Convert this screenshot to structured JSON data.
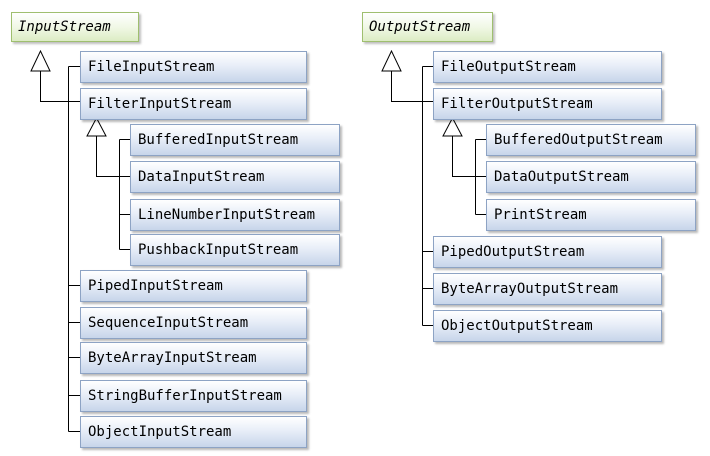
{
  "input": {
    "root": "InputStream",
    "file": "FileInputStream",
    "filter": "FilterInputStream",
    "buffered": "BufferedInputStream",
    "data": "DataInputStream",
    "line_number": "LineNumberInputStream",
    "pushback": "PushbackInputStream",
    "piped": "PipedInputStream",
    "sequence": "SequenceInputStream",
    "byte_array": "ByteArrayInputStream",
    "string_buffer": "StringBufferInputStream",
    "object": "ObjectInputStream"
  },
  "output": {
    "root": "OutputStream",
    "file": "FileOutputStream",
    "filter": "FilterOutputStream",
    "buffered": "BufferedOutputStream",
    "data": "DataOutputStream",
    "print": "PrintStream",
    "piped": "PipedOutputStream",
    "byte_array": "ByteArrayOutputStream",
    "object": "ObjectOutputStream"
  },
  "colors": {
    "class_box_border": "#8da3c4",
    "class_box_fill": "#c7d5ea",
    "abstract_box_border": "#9fbf6f",
    "abstract_box_fill": "#dcecc4",
    "connector": "#000000"
  }
}
